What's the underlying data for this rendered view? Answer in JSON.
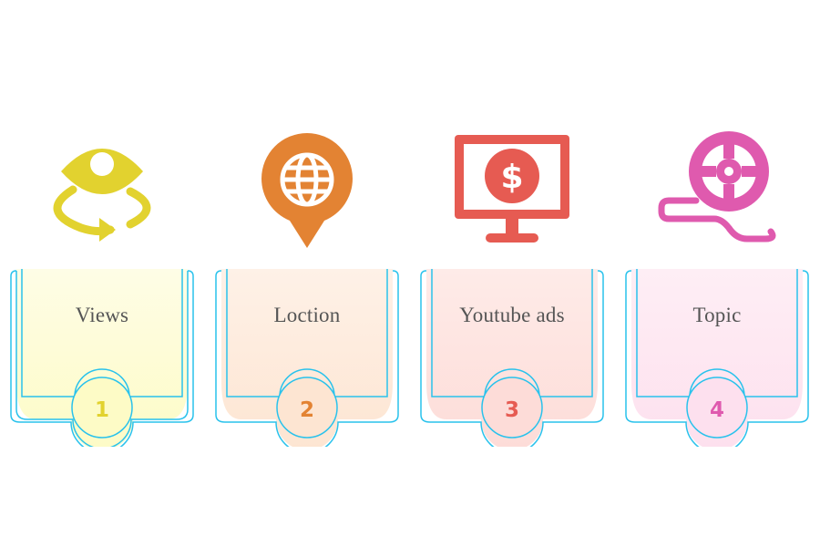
{
  "steps": [
    {
      "label": "Views",
      "number": "1",
      "icon": "eye-rotate-icon",
      "color": "#e2d22f",
      "fill": "#fdfbc9"
    },
    {
      "label": "Loction",
      "number": "2",
      "icon": "location-globe-icon",
      "color": "#e38333",
      "fill": "#fde8d6"
    },
    {
      "label": "Youtube ads",
      "number": "3",
      "icon": "monitor-dollar-icon",
      "color": "#e65b52",
      "fill": "#fde0dc"
    },
    {
      "label": "Topic",
      "number": "4",
      "icon": "film-reel-icon",
      "color": "#df5aae",
      "fill": "#fde2ef"
    }
  ],
  "colors": {
    "frame": "#29c2ec"
  }
}
